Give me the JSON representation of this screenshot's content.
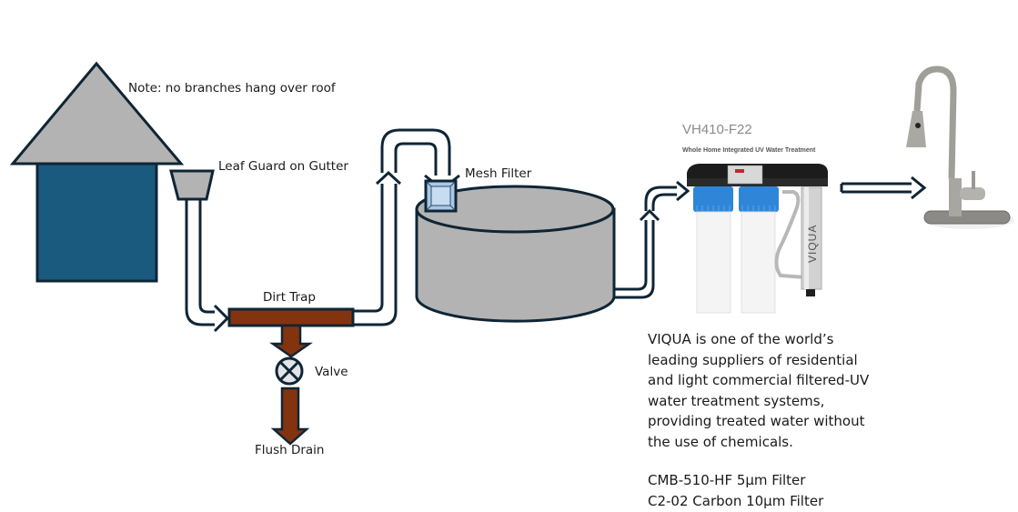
{
  "labels": {
    "note": "Note: no branches hang over roof",
    "leaf_guard": "Leaf Guard on Gutter",
    "dirt_trap": "Dirt Trap",
    "valve": "Valve",
    "flush_drain": "Flush Drain",
    "mesh_filter": "Mesh Filter"
  },
  "product": {
    "model": "VH410-F22",
    "subtitle": "Whole Home Integrated UV Water Treatment",
    "brand_on_unit": "VIQUA"
  },
  "description": {
    "lines": [
      "VIQUA is one of the world’s",
      "leading suppliers of residential",
      "and light commercial filtered-UV",
      "water treatment systems,",
      "providing treated water without",
      "the use of chemicals."
    ],
    "filters": [
      "CMB-510-HF 5µm Filter",
      "C2-02 Carbon 10µm Filter"
    ]
  },
  "colors": {
    "outline": "#0f2535",
    "house_wall": "#1a5a7e",
    "roof_gray": "#b3b3b3",
    "dirt_brown": "#84330f",
    "mesh_blue": "#a9c8e6",
    "filter_blue": "#2f86d8"
  }
}
